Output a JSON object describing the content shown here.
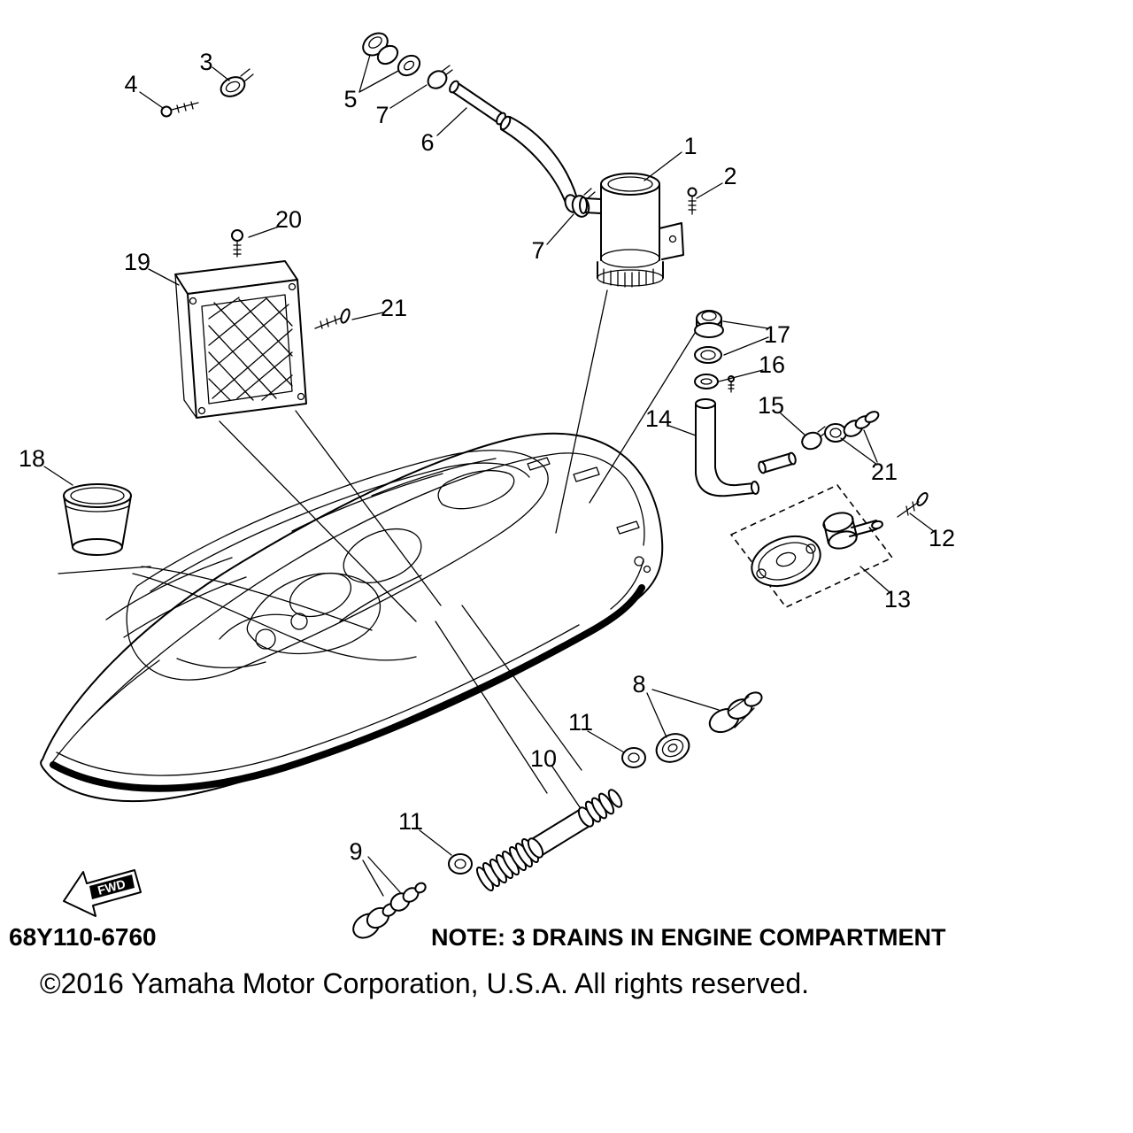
{
  "page": {
    "background": "#ffffff",
    "line_color": "#000000"
  },
  "diagram": {
    "part_code": "68Y110-6760",
    "note": "NOTE: 3 DRAINS IN ENGINE COMPARTMENT",
    "copyright": "©2016 Yamaha Motor Corporation, U.S.A. All rights reserved.",
    "fwd_label": "FWD"
  },
  "callouts": [
    {
      "label": "1"
    },
    {
      "label": "2"
    },
    {
      "label": "3"
    },
    {
      "label": "4"
    },
    {
      "label": "5"
    },
    {
      "label": "6"
    },
    {
      "label": "7"
    },
    {
      "label": "7"
    },
    {
      "label": "8"
    },
    {
      "label": "9"
    },
    {
      "label": "10"
    },
    {
      "label": "11"
    },
    {
      "label": "11"
    },
    {
      "label": "12"
    },
    {
      "label": "13"
    },
    {
      "label": "14"
    },
    {
      "label": "15"
    },
    {
      "label": "16"
    },
    {
      "label": "17"
    },
    {
      "label": "18"
    },
    {
      "label": "19"
    },
    {
      "label": "20"
    },
    {
      "label": "21"
    },
    {
      "label": "21"
    }
  ]
}
